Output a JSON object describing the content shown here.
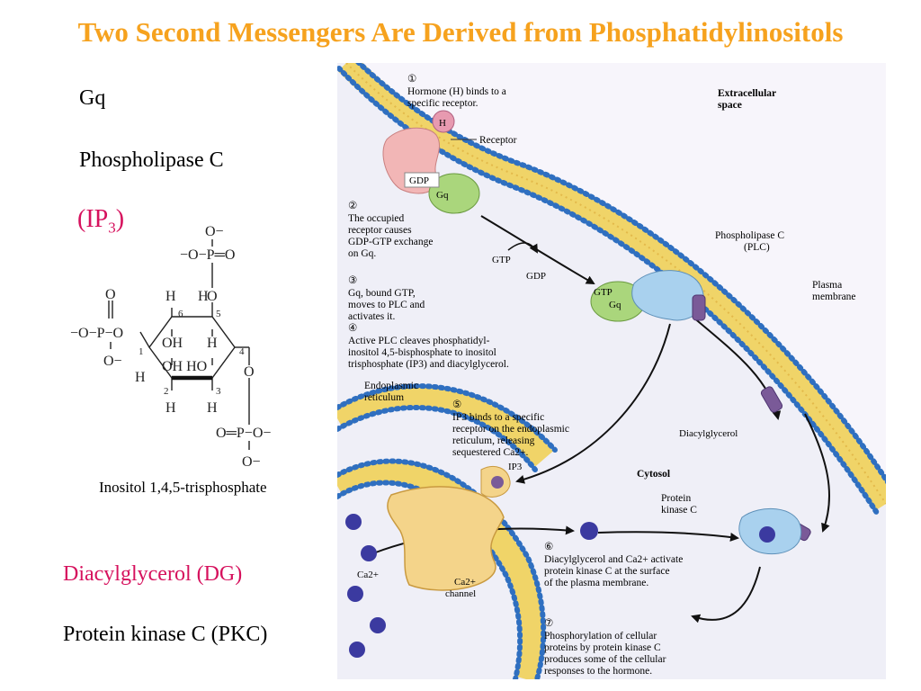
{
  "title": "Two Second Messengers Are Derived from Phosphatidylinositols",
  "left": {
    "gq": "Gq",
    "plc": "Phospholipase C",
    "ip3_open": "(IP",
    "ip3_sub": "3",
    "ip3_close": ")",
    "dg": "Diacylglycerol (DG)",
    "pkc": "Protein kinase C (PKC)"
  },
  "structure": {
    "caption": "Inositol 1,4,5-trisphosphate",
    "top_o_minus": "O−",
    "top_row": "−O−P═O",
    "top_link_o": "O",
    "left_o_top": "O",
    "left_row_p": "−O−P−O",
    "left_o_bottom": "O−",
    "h6": "H",
    "n6": "6",
    "h5": "H",
    "n5": "5",
    "oh6": "OH",
    "h5b": "H",
    "n1": "1",
    "n4": "4",
    "h1": "H",
    "oh_ho": "OH HO",
    "ring_o4": "O",
    "n2": "2",
    "n3": "3",
    "h2": "H",
    "h3": "H",
    "bottom_row": "O═P−O−",
    "bottom_o_minus": "O−"
  },
  "diagram": {
    "extracellular": [
      "Extracellular",
      "space"
    ],
    "cytosol": "Cytosol",
    "step1_num": "①",
    "step1": [
      "Hormone (H) binds to a",
      "specific receptor."
    ],
    "h_label": "H",
    "receptor": "Receptor",
    "gdp_gq_gdp": "GDP",
    "gdp_gq_g": "Gq",
    "step2_num": "②",
    "step2": [
      "The occupied",
      "receptor causes",
      "GDP-GTP exchange",
      "on Gq."
    ],
    "gtp": "GTP",
    "gdp": "GDP",
    "step3_num": "③",
    "step3": [
      "Gq, bound GTP,",
      "moves to PLC and",
      "activates it."
    ],
    "gtp_gq_gtp": "GTP",
    "gtp_gq_g": "Gq",
    "plc": [
      "Phospholipase C",
      "(PLC)"
    ],
    "plasma": [
      "Plasma",
      "membrane"
    ],
    "step4_num": "④",
    "step4": [
      "Active PLC cleaves phosphatidyl-",
      "inositol 4,5-bisphosphate to inositol",
      "trisphosphate (IP3) and diacylglycerol."
    ],
    "er": [
      "Endoplasmic",
      "reticulum"
    ],
    "step5_num": "⑤",
    "step5": [
      "IP3 binds to a specific",
      "receptor on the endoplasmic",
      "reticulum, releasing",
      "sequestered Ca2+."
    ],
    "diacylglycerol": "Diacylglycerol",
    "ip3": "IP3",
    "pkc": [
      "Protein",
      "kinase C"
    ],
    "ca": "Ca2+",
    "channel": [
      "Ca2+",
      "channel"
    ],
    "step6_num": "⑥",
    "step6": [
      "Diacylglycerol and Ca2+ activate",
      "protein kinase C at the surface",
      "of the plasma membrane."
    ],
    "step7_num": "⑦",
    "step7": [
      "Phosphorylation of cellular",
      "proteins by protein kinase C",
      "produces some of the cellular",
      "responses to the hormone."
    ]
  }
}
